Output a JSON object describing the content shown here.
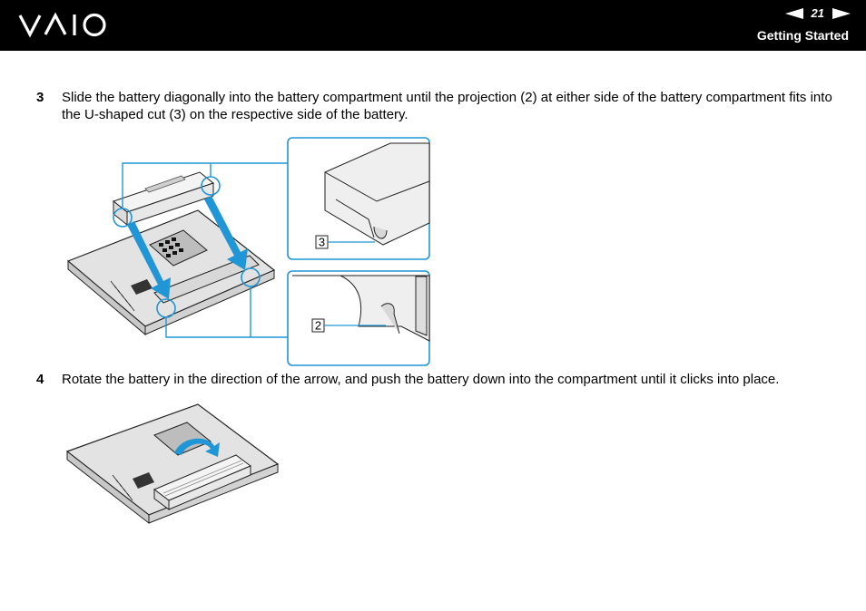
{
  "header": {
    "page_number": "21",
    "section_title": "Getting Started",
    "logo": "vaio-logo"
  },
  "steps": [
    {
      "number": "3",
      "text": "Slide the battery diagonally into the battery compartment until the projection (2) at either side of the battery compartment fits into the U-shaped cut (3) on the respective side of the battery."
    },
    {
      "number": "4",
      "text": "Rotate the battery in the direction of the arrow, and push the battery down into the compartment until it clicks into place."
    }
  ],
  "figure1": {
    "callout_3": "3",
    "callout_2": "2"
  },
  "colors": {
    "accent": "#2196d6",
    "header_bg": "#000000"
  }
}
